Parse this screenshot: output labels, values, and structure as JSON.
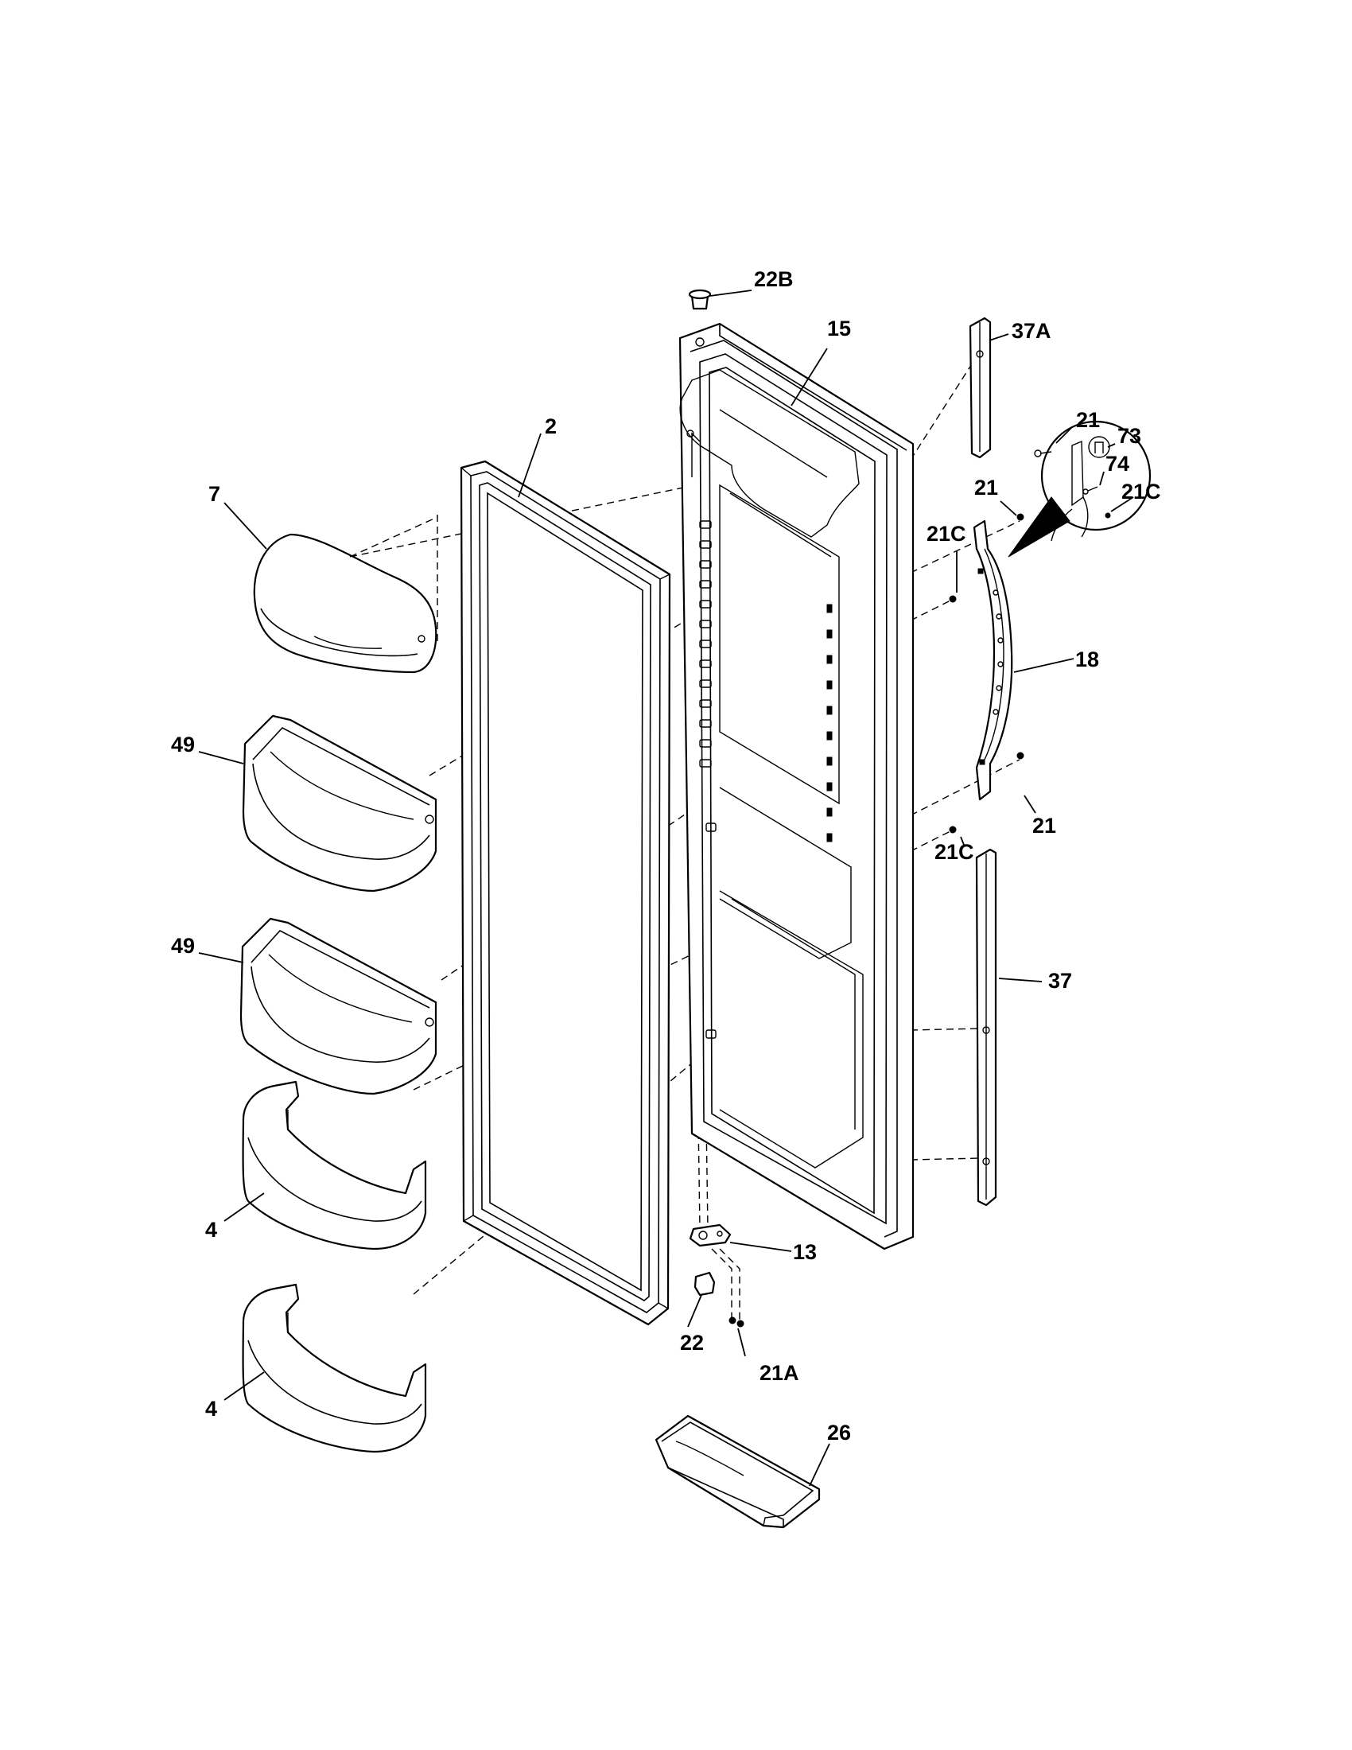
{
  "callouts": {
    "c22B": "22B",
    "c15": "15",
    "c37A": "37A",
    "c2": "2",
    "c7": "7",
    "c21_top_inset": "21",
    "c73": "73",
    "c74": "74",
    "c21C_inset": "21C",
    "c21_upper": "21",
    "c21C_upper": "21C",
    "c18": "18",
    "c49_upper": "49",
    "c49_lower": "49",
    "c21_lower": "21",
    "c21C_lower": "21C",
    "c37": "37",
    "c4_upper": "4",
    "c13": "13",
    "c22": "22",
    "c21A": "21A",
    "c4_lower": "4",
    "c26": "26"
  },
  "colors": {
    "line": "#000000",
    "background": "#ffffff"
  }
}
